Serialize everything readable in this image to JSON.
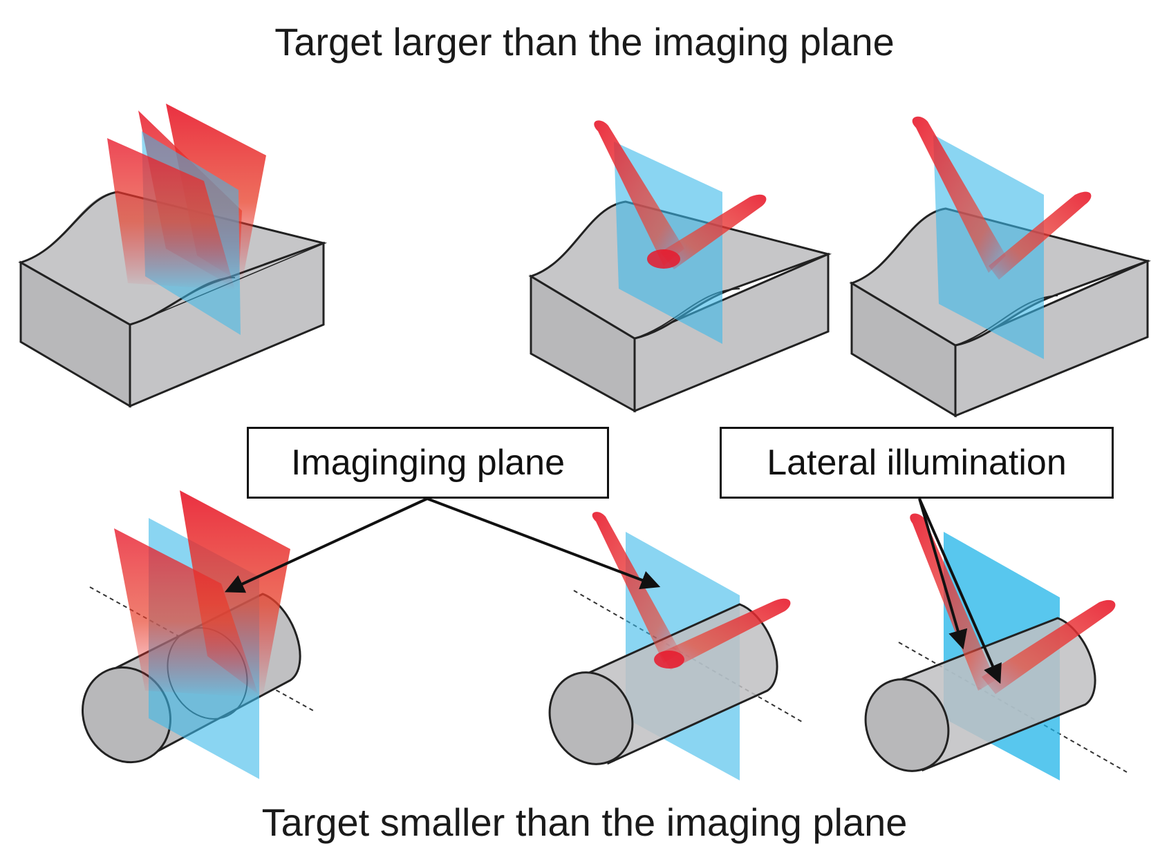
{
  "titles": {
    "top": "Target larger than the imaging plane",
    "bottom": "Target smaller than the imaging plane"
  },
  "labels": {
    "imaging_plane": "Imaginging plane",
    "lateral_illumination": "Lateral illumination"
  },
  "colors": {
    "light_sheet": "#e8192c",
    "imaging_plane": "#3cb9ea",
    "target": "#bdbdbf",
    "outline": "#222222"
  }
}
